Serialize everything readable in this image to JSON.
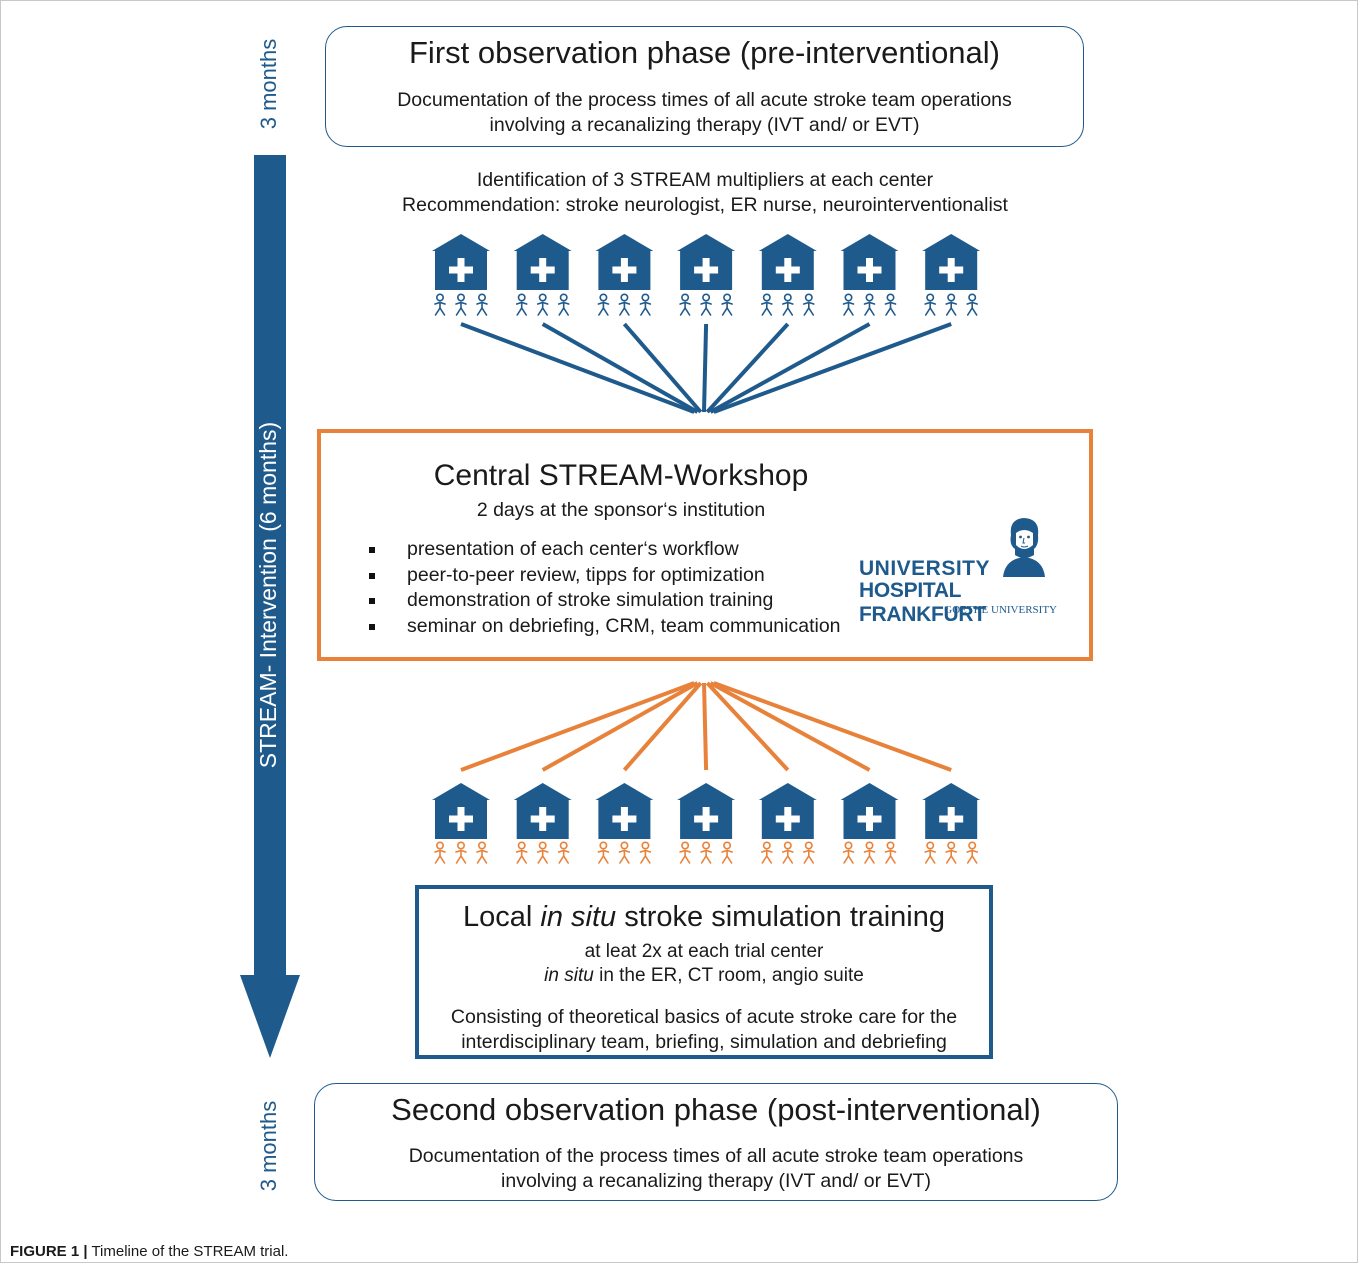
{
  "timeline": {
    "top_label": "3 months",
    "middle_label": "STREAM- Intervention (6 months)",
    "bottom_label": "3 months",
    "arrow_color": "#1f5a8c"
  },
  "first_phase": {
    "title": "First observation phase (pre-interventional)",
    "line1": "Documentation of the process times of all acute stroke team operations",
    "line2": "involving a recanalizing therapy (IVT and/ or EVT)"
  },
  "identification": {
    "line1": "Identification of 3 STREAM multipliers at each center",
    "line2": "Recommendation: stroke neurologist, ER nurse, neurointerventionalist"
  },
  "centers": {
    "count": 7,
    "people_per_center": 3,
    "house_icon": "hospital-house-icon",
    "person_icon": "person-icon",
    "top_person_color": "#1f5a8c",
    "bottom_person_color": "#e8823a"
  },
  "workshop": {
    "title": "Central STREAM-Workshop",
    "subtitle": "2 days at the sponsor‘s institution",
    "bullets": [
      "presentation of each center‘s workflow",
      "peer-to-peer review, tipps for optimization",
      "demonstration of stroke simulation training",
      "seminar on debriefing, CRM, team communication"
    ],
    "border_color": "#e8823a"
  },
  "logo": {
    "line1": "UNIVERSITY",
    "line2": "HOSPITAL FRANKFURT",
    "line3": "GOETHE UNIVERSITY",
    "color": "#1f5a8c"
  },
  "local_training": {
    "title_pre": "Local ",
    "title_em": "in situ",
    "title_post": " stroke simulation training",
    "line1": "at leat 2x at each trial center",
    "line2_em": "in situ",
    "line2_rest": " in the ER, CT room, angio suite",
    "line3": "Consisting of theoretical basics of acute stroke care for the",
    "line4": "interdisciplinary team, briefing, simulation and debriefing"
  },
  "second_phase": {
    "title": "Second observation phase (post-interventional)",
    "line1": "Documentation of the process times of all acute stroke team operations",
    "line2": "involving a recanalizing therapy (IVT and/ or EVT)"
  },
  "caption": {
    "label": "FIGURE 1 |",
    "text": " Timeline of the STREAM trial."
  }
}
